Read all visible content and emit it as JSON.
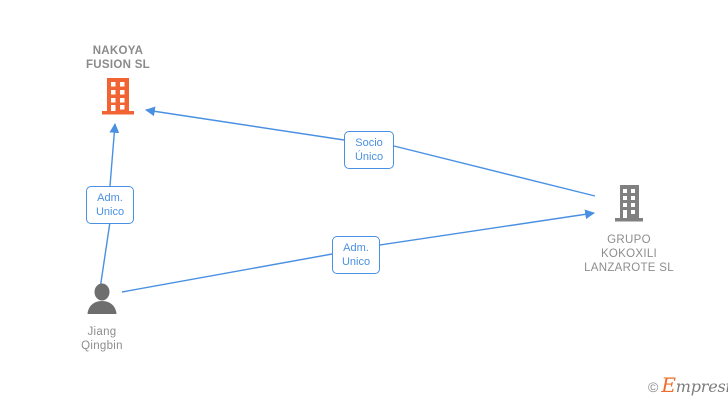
{
  "diagram": {
    "type": "corporate-relationship-graph",
    "background": "#ffffff",
    "colors": {
      "edge": "#4a90e2",
      "label_text": "#4a90e2",
      "node_text": "#8d8d8d",
      "company_active": "#f26333",
      "company_inactive": "#808080",
      "person": "#6e6e6e"
    },
    "nodes": [
      {
        "id": "nakoya",
        "name": "NAKOYA\nFUSION  SL",
        "icon": "company-building-icon",
        "icon_color": "#f26333",
        "label_position": "above",
        "bold": true
      },
      {
        "id": "grupo",
        "name": "GRUPO\nKOKOXILI\nLANZAROTE  SL",
        "icon": "company-building-icon",
        "icon_color": "#808080",
        "label_position": "below",
        "bold": false
      },
      {
        "id": "jiang",
        "name": "Jiang\nQingbin",
        "icon": "person-icon",
        "icon_color": "#6e6e6e",
        "label_position": "below",
        "bold": false
      }
    ],
    "edges": [
      {
        "id": "socio-unico",
        "from": "grupo",
        "to": "nakoya",
        "label": "Socio\nÚnico",
        "arrow": "to-target"
      },
      {
        "id": "adm-unico-nakoya",
        "from": "jiang",
        "to": "nakoya",
        "label": "Adm.\nUnico",
        "arrow": "to-target"
      },
      {
        "id": "adm-unico-grupo",
        "from": "jiang",
        "to": "grupo",
        "label": "Adm.\nUnico",
        "arrow": "to-target"
      }
    ]
  },
  "watermark": {
    "copyright_symbol": "©",
    "brand_initial": "E",
    "brand_rest": "mpresia"
  }
}
